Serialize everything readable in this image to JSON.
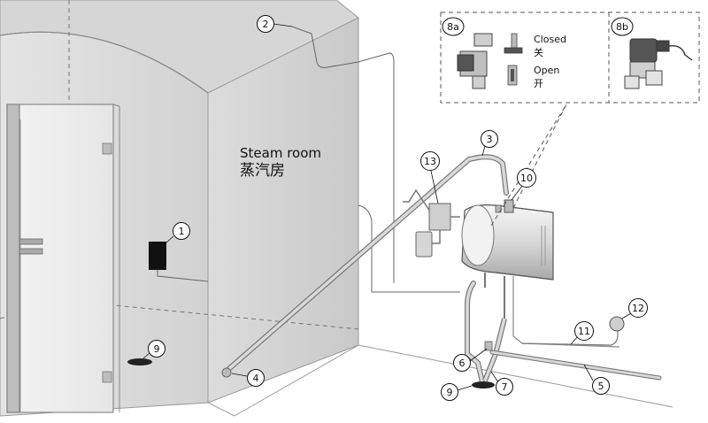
{
  "room": {
    "label_en": "Steam room",
    "label_cn": "蒸汽房"
  },
  "legend_8a": {
    "id": "8a",
    "closed_en": "Closed",
    "closed_cn": "关",
    "open_en": "Open",
    "open_cn": "开"
  },
  "legend_8b": {
    "id": "8b"
  },
  "callouts": {
    "c1": "1",
    "c2": "2",
    "c3": "3",
    "c4": "4",
    "c5": "5",
    "c6": "6",
    "c7": "7",
    "c9a": "9",
    "c9b": "9",
    "c10": "10",
    "c11": "11",
    "c12": "12",
    "c13": "13"
  }
}
